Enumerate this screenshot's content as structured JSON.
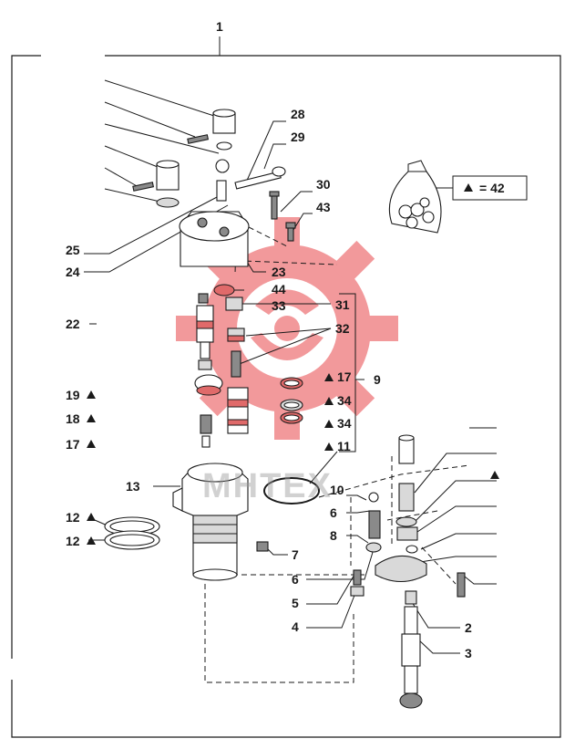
{
  "callouts": {
    "c1": "1",
    "c2": "2",
    "c3": "3",
    "c4": "4",
    "c5": "5",
    "c6a": "6",
    "c6b": "6",
    "c7": "7",
    "c8": "8",
    "c9": "9",
    "c10": "10",
    "c11": "11",
    "c12a": "12",
    "c12b": "12",
    "c13": "13",
    "c17a": "17",
    "c17b": "17",
    "c18": "18",
    "c19": "19",
    "c22": "22",
    "c23": "23",
    "c24": "24",
    "c25": "25",
    "c28": "28",
    "c29": "29",
    "c30": "30",
    "c31": "31",
    "c32": "32",
    "c33": "33",
    "c34a": "34",
    "c34b": "34",
    "c43": "43",
    "c44": "44"
  },
  "kit_legend": "= 42",
  "watermark": "MHTEX",
  "colors": {
    "watermark": "#e8464b",
    "ink": "#1a1a1a"
  },
  "icons": [
    "triangle-marker-icon",
    "gear-watermark-icon",
    "seal-kit-bag-icon"
  ]
}
